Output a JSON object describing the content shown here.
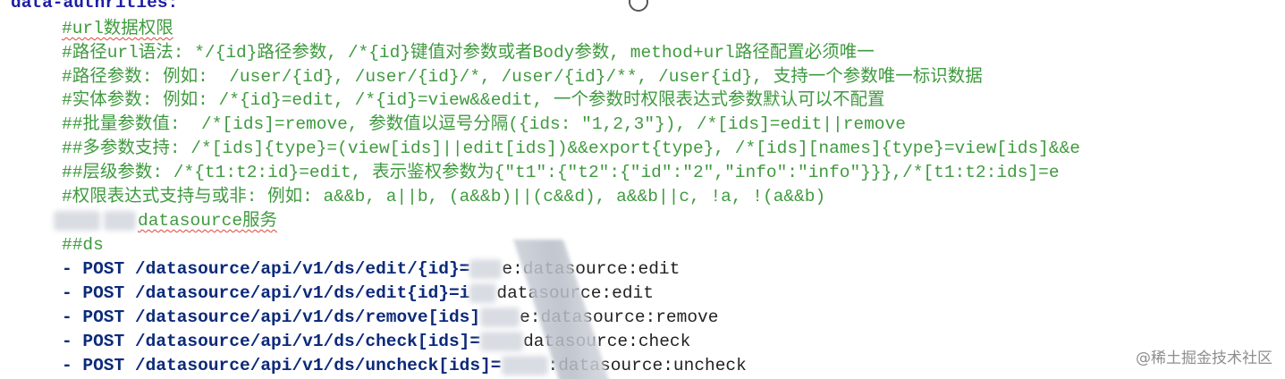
{
  "root_key": "data-authrities:",
  "comments": [
    "#url数据权限",
    "#路径url语法: */{id}路径参数, /*{id}键值对参数或者Body参数, method+url路径配置必须唯一",
    "#路径参数: 例如:  /user/{id}, /user/{id}/*, /user/{id}/**, /user{id}, 支持一个参数唯一标识数据",
    "#实体参数: 例如: /*{id}=edit, /*{id}=view&&edit, 一个参数时权限表达式参数默认可以不配置",
    "##批量参数值:  /*[ids]=remove, 参数值以逗号分隔({ids: \"1,2,3\"}), /*[ids]=edit||remove",
    "##多参数支持: /*[ids]{type}=(view[ids]||edit[ids])&&export{type}, /*[ids][names]{type}=view[ids]&&e",
    "##层级参数: /*{t1:t2:id}=edit, 表示鉴权参数为{\"t1\":{\"t2\":{\"id\":\"2\",\"info\":\"info\"}}},/*[t1:t2:ids]=e",
    "#权限表达式支持与或非: 例如: a&&b, a||b, (a&&b)||(c&&d), a&&b||c, !a, !(a&&b)"
  ],
  "service_line": "datasource服务",
  "section": "##ds",
  "routes": [
    {
      "dash": "- ",
      "method": "POST",
      "path": " /datasource/api/v1/ds/edit/{id}=",
      "tail": "e:datasource:edit"
    },
    {
      "dash": "- ",
      "method": "POST",
      "path": " /datasource/api/v1/ds/edit{id}=i",
      "tail": "datasource:edit"
    },
    {
      "dash": "- ",
      "method": "POST",
      "path": " /datasource/api/v1/ds/remove[ids]",
      "tail": "e:datasource:remove"
    },
    {
      "dash": "- ",
      "method": "POST",
      "path": " /datasource/api/v1/ds/check[ids]=",
      "tail": "datasource:check"
    },
    {
      "dash": "- ",
      "method": "POST",
      "path": " /datasource/api/v1/ds/uncheck[ids]=",
      "tail": ":datasource:uncheck"
    }
  ],
  "watermark": "@稀土掘金技术社区",
  "colors": {
    "comment": "#3f9a3f",
    "key": "#1d1da8",
    "code": "#0c2a7a",
    "squiggle": "#e0443b"
  }
}
